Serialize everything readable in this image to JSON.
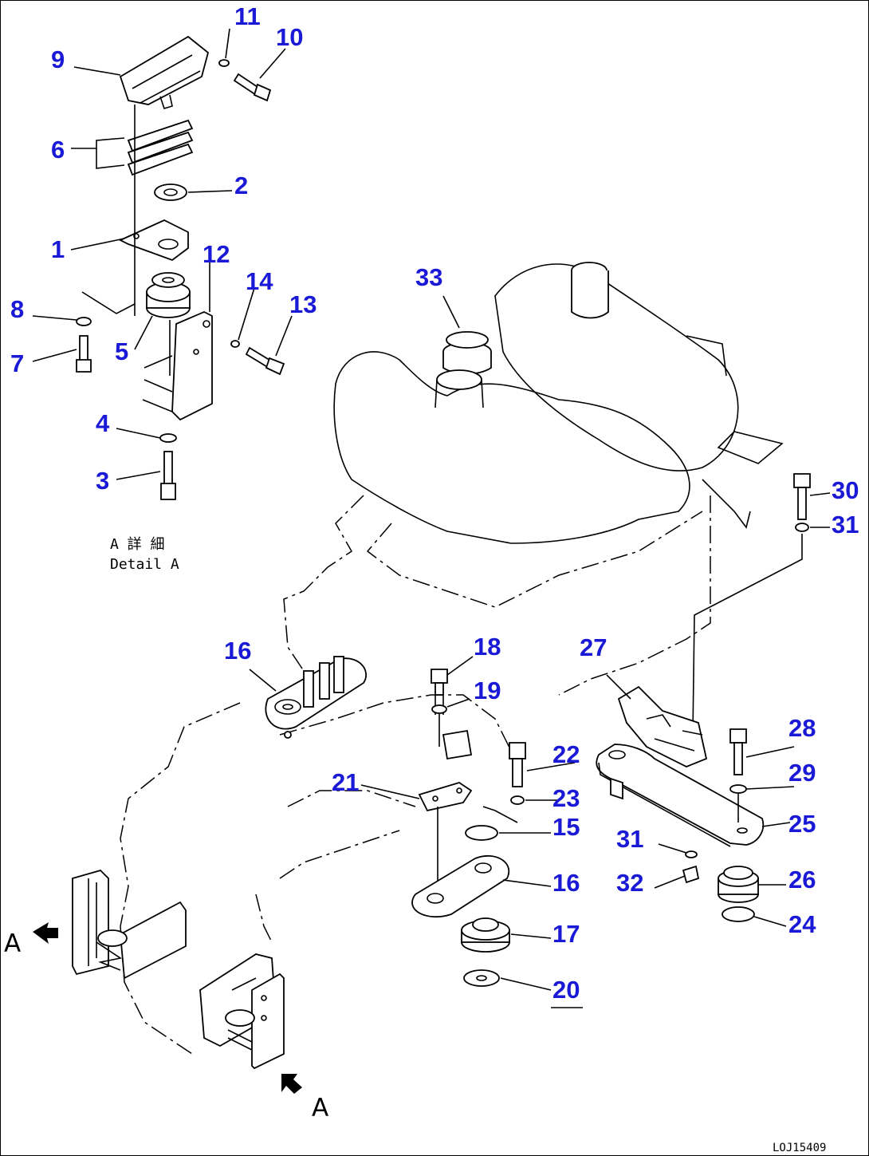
{
  "callouts": [
    {
      "id": "c11",
      "text": "11"
    },
    {
      "id": "c10",
      "text": "10"
    },
    {
      "id": "c9",
      "text": "9"
    },
    {
      "id": "c6",
      "text": "6"
    },
    {
      "id": "c2",
      "text": "2"
    },
    {
      "id": "c1",
      "text": "1"
    },
    {
      "id": "c12",
      "text": "12"
    },
    {
      "id": "c14",
      "text": "14"
    },
    {
      "id": "c13",
      "text": "13"
    },
    {
      "id": "c8",
      "text": "8"
    },
    {
      "id": "c5",
      "text": "5"
    },
    {
      "id": "c7",
      "text": "7"
    },
    {
      "id": "c4",
      "text": "4"
    },
    {
      "id": "c3",
      "text": "3"
    },
    {
      "id": "c33",
      "text": "33"
    },
    {
      "id": "c30",
      "text": "30"
    },
    {
      "id": "c31a",
      "text": "31"
    },
    {
      "id": "c16a",
      "text": "16"
    },
    {
      "id": "c18",
      "text": "18"
    },
    {
      "id": "c27",
      "text": "27"
    },
    {
      "id": "c19",
      "text": "19"
    },
    {
      "id": "c28",
      "text": "28"
    },
    {
      "id": "c22",
      "text": "22"
    },
    {
      "id": "c21",
      "text": "21"
    },
    {
      "id": "c29",
      "text": "29"
    },
    {
      "id": "c23",
      "text": "23"
    },
    {
      "id": "c25",
      "text": "25"
    },
    {
      "id": "c15",
      "text": "15"
    },
    {
      "id": "c31b",
      "text": "31"
    },
    {
      "id": "c16b",
      "text": "16"
    },
    {
      "id": "c26",
      "text": "26"
    },
    {
      "id": "c32",
      "text": "32"
    },
    {
      "id": "c24",
      "text": "24"
    },
    {
      "id": "c17",
      "text": "17"
    },
    {
      "id": "c20",
      "text": "20"
    }
  ],
  "detail_caption": {
    "line1": "A 詳 細",
    "line2": "Detail A"
  },
  "view_markers": {
    "left": "A",
    "bottom": "A"
  },
  "figure_id": "LOJ15409"
}
